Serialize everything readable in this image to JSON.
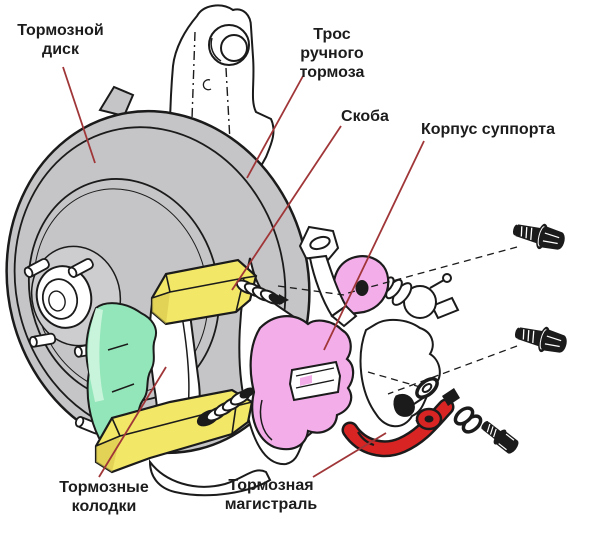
{
  "colors": {
    "background": "#ffffff",
    "line": "#1b1b1b",
    "leader": "#a03638",
    "text": "#1c1c1c",
    "disc_gray": "#c5c5c7",
    "disc_gray_light": "#cdcdcf",
    "yellow": "#f2e766",
    "yellow_light": "#faf3a2",
    "yellow_dark": "#d9c84e",
    "green": "#93e6b9",
    "green_light": "#c9f4dc",
    "pink": "#f3aeea",
    "hose_red": "#d92424"
  },
  "labels": [
    {
      "id": "brake-disc",
      "lines": [
        "Тормозной",
        "диск"
      ]
    },
    {
      "id": "handbrake-cable",
      "lines": [
        "Трос",
        "ручного",
        "тормоза"
      ]
    },
    {
      "id": "bracket",
      "lines": [
        "Скоба"
      ]
    },
    {
      "id": "caliper-body",
      "lines": [
        "Корпус суппорта"
      ]
    },
    {
      "id": "brake-pads",
      "lines": [
        "Тормозные",
        "колодки"
      ]
    },
    {
      "id": "brake-line",
      "lines": [
        "Тормозная",
        "магистраль"
      ]
    }
  ],
  "parts": [
    {
      "name": "brake-disc",
      "fill": "#c5c5c7"
    },
    {
      "name": "caliper-bracket",
      "fill": "#f2e766"
    },
    {
      "name": "brake-pads",
      "fill": "#93e6b9"
    },
    {
      "name": "caliper-body",
      "fill": "#f3aeea"
    },
    {
      "name": "brake-hose",
      "fill": "#d92424"
    }
  ]
}
